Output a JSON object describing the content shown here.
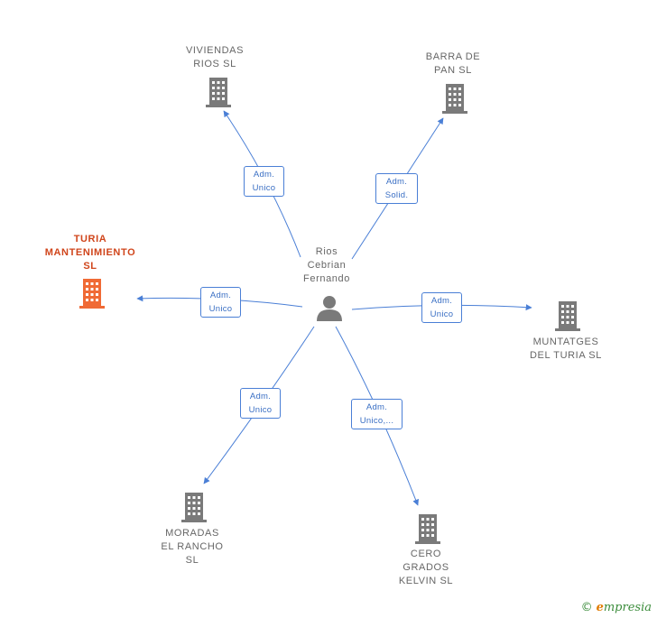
{
  "center": {
    "lines": [
      "Rios",
      "Cebrian",
      "Fernando"
    ],
    "icon": "person-icon"
  },
  "companies": [
    {
      "id": "viviendas",
      "lines": [
        "VIVIENDAS",
        "RIOS  SL"
      ],
      "role": [
        "Adm.",
        "Unico"
      ],
      "icon": "building-icon",
      "color": "#7a7a7a",
      "highlight": false
    },
    {
      "id": "barra",
      "lines": [
        "BARRA DE",
        "PAN  SL"
      ],
      "role": [
        "Adm.",
        "Solid."
      ],
      "icon": "building-icon",
      "color": "#7a7a7a",
      "highlight": false
    },
    {
      "id": "turia",
      "lines": [
        "TURIA",
        "MANTENIMIENTO",
        "SL"
      ],
      "role": [
        "Adm.",
        "Unico"
      ],
      "icon": "building-icon",
      "color": "#f06a35",
      "highlight": true
    },
    {
      "id": "muntatges",
      "lines": [
        "MUNTATGES",
        "DEL TURIA SL"
      ],
      "role": [
        "Adm.",
        "Unico"
      ],
      "icon": "building-icon",
      "color": "#7a7a7a",
      "highlight": false
    },
    {
      "id": "moradas",
      "lines": [
        "MORADAS",
        "EL RANCHO",
        "SL"
      ],
      "role": [
        "Adm.",
        "Unico"
      ],
      "icon": "building-icon",
      "color": "#7a7a7a",
      "highlight": false
    },
    {
      "id": "cero",
      "lines": [
        "CERO",
        "GRADOS",
        "KELVIN  SL"
      ],
      "role": [
        "Adm.",
        "Unico,..."
      ],
      "icon": "building-icon",
      "color": "#7a7a7a",
      "highlight": false
    }
  ],
  "colors": {
    "edge": "#4a7fd6",
    "label": "#666666",
    "highlight": "#f06a35"
  },
  "brand": {
    "copyright": "©",
    "name_first": "e",
    "name_rest": "mpresia"
  }
}
